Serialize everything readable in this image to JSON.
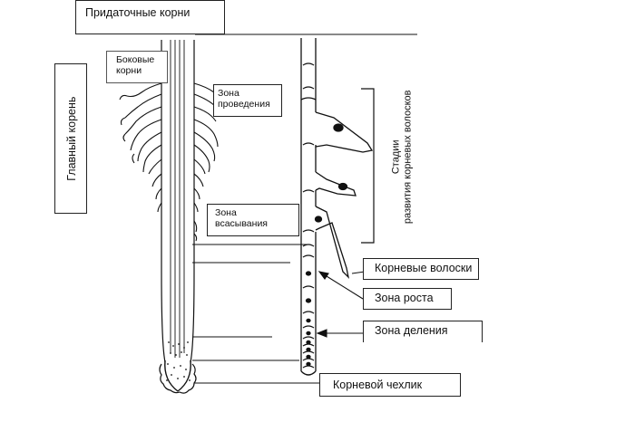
{
  "labels": {
    "adventitious_roots": "Придаточные корни",
    "lateral_roots_line1": "Боковые",
    "lateral_roots_line2": "корни",
    "main_root": "Главный корень",
    "conduction_zone_line1": "Зона",
    "conduction_zone_line2": "проведения",
    "absorption_zone_line1": "Зона",
    "absorption_zone_line2": "всасывания",
    "stages_line1": "Стадии",
    "stages_line2": "развития корневых волосков",
    "root_hairs": "Корневые волоски",
    "growth_zone": "Зона роста",
    "division_zone": "Зона деления",
    "root_cap": "Корневой чехлик"
  },
  "colors": {
    "ink": "#111111",
    "background": "#ffffff"
  }
}
